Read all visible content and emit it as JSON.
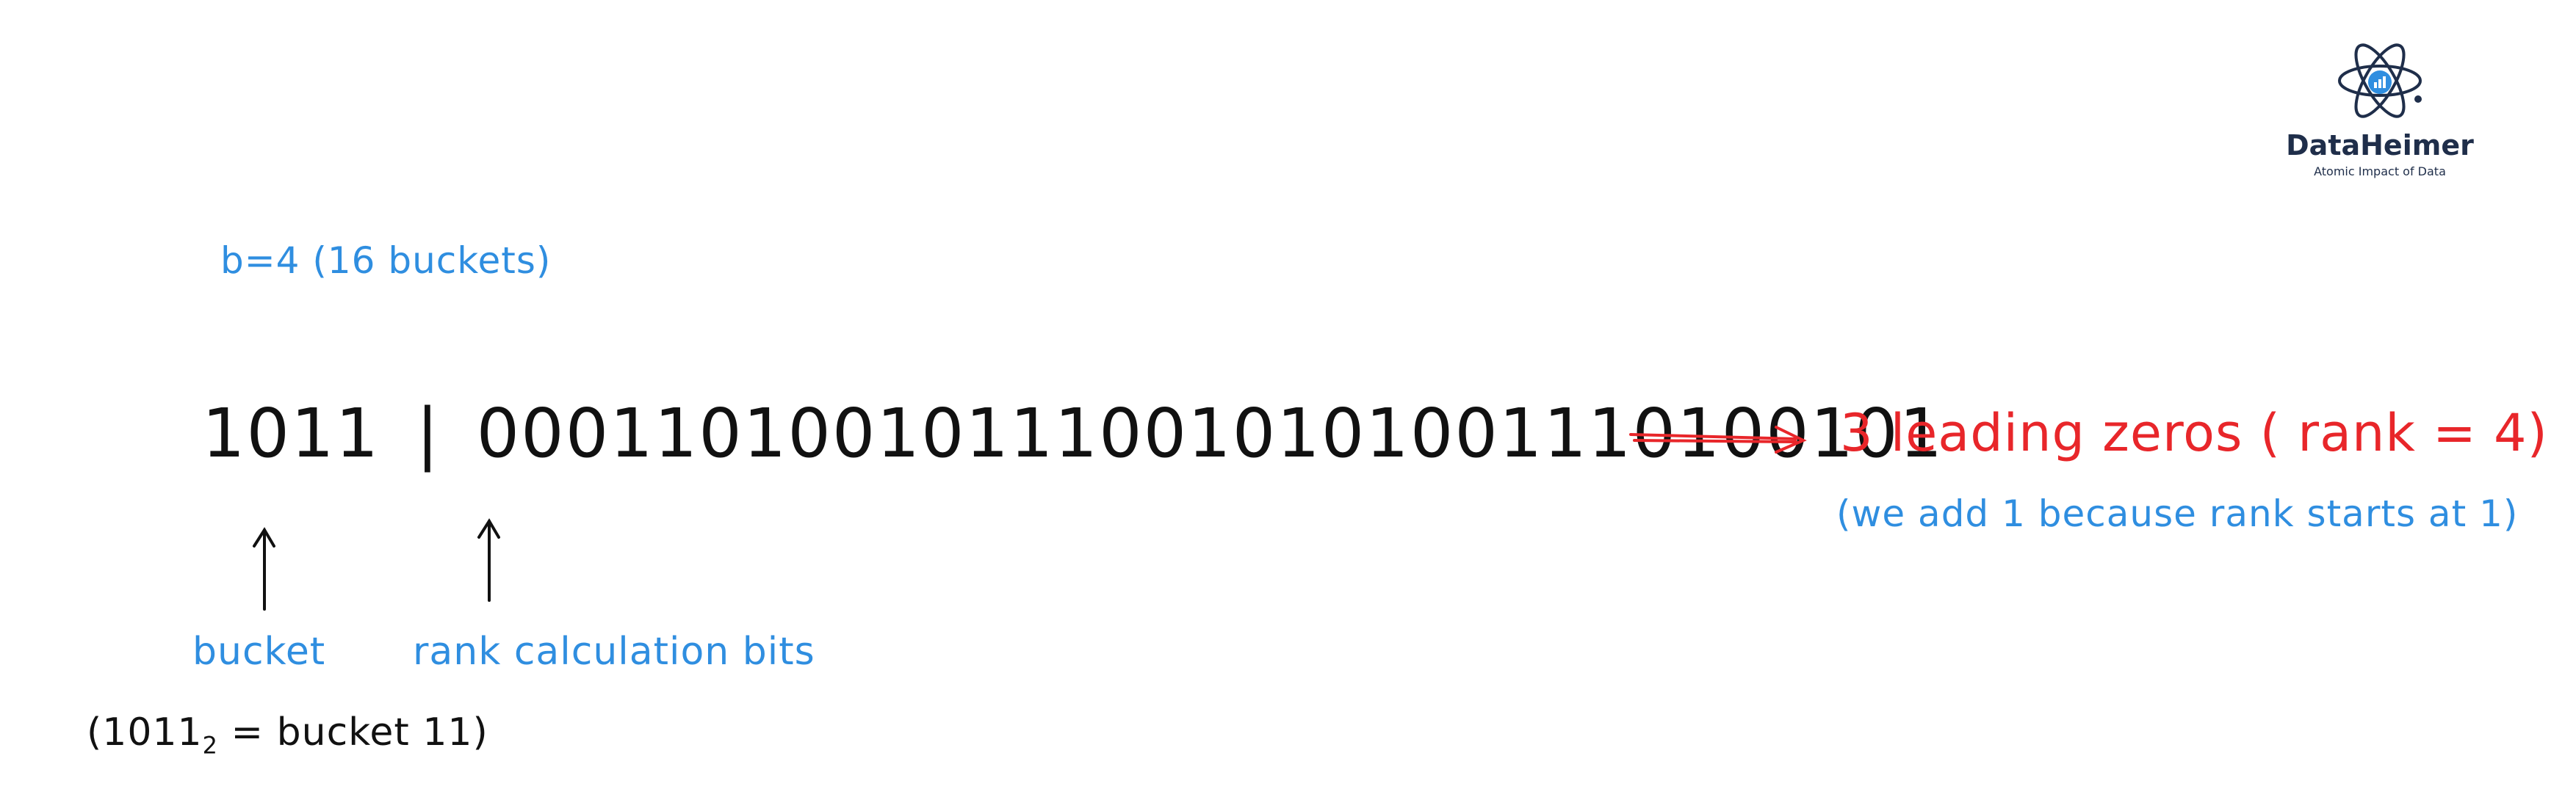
{
  "colors": {
    "blue": "#2f8ee0",
    "red": "#e8262a",
    "black": "#111111",
    "navy": "#1f2e4a"
  },
  "logo": {
    "icon": "atom-chart-icon",
    "name": "DataHeimer",
    "tagline": "Atomic Impact of Data"
  },
  "diagram": {
    "param_text": "b=4 (16 buckets)",
    "bucket_bits": "1011",
    "separator": "|",
    "rank_bits": "000110100101110010101001110100101",
    "result_text": "3 leading zeros ( rank = 4)",
    "result_note": "(we add 1 because rank starts at 1)",
    "bucket_label": "bucket",
    "rank_label": "rank calculation bits",
    "bucket_formula_prefix": "(1011",
    "bucket_formula_base": "2",
    "bucket_formula_suffix": " = bucket 11)"
  }
}
